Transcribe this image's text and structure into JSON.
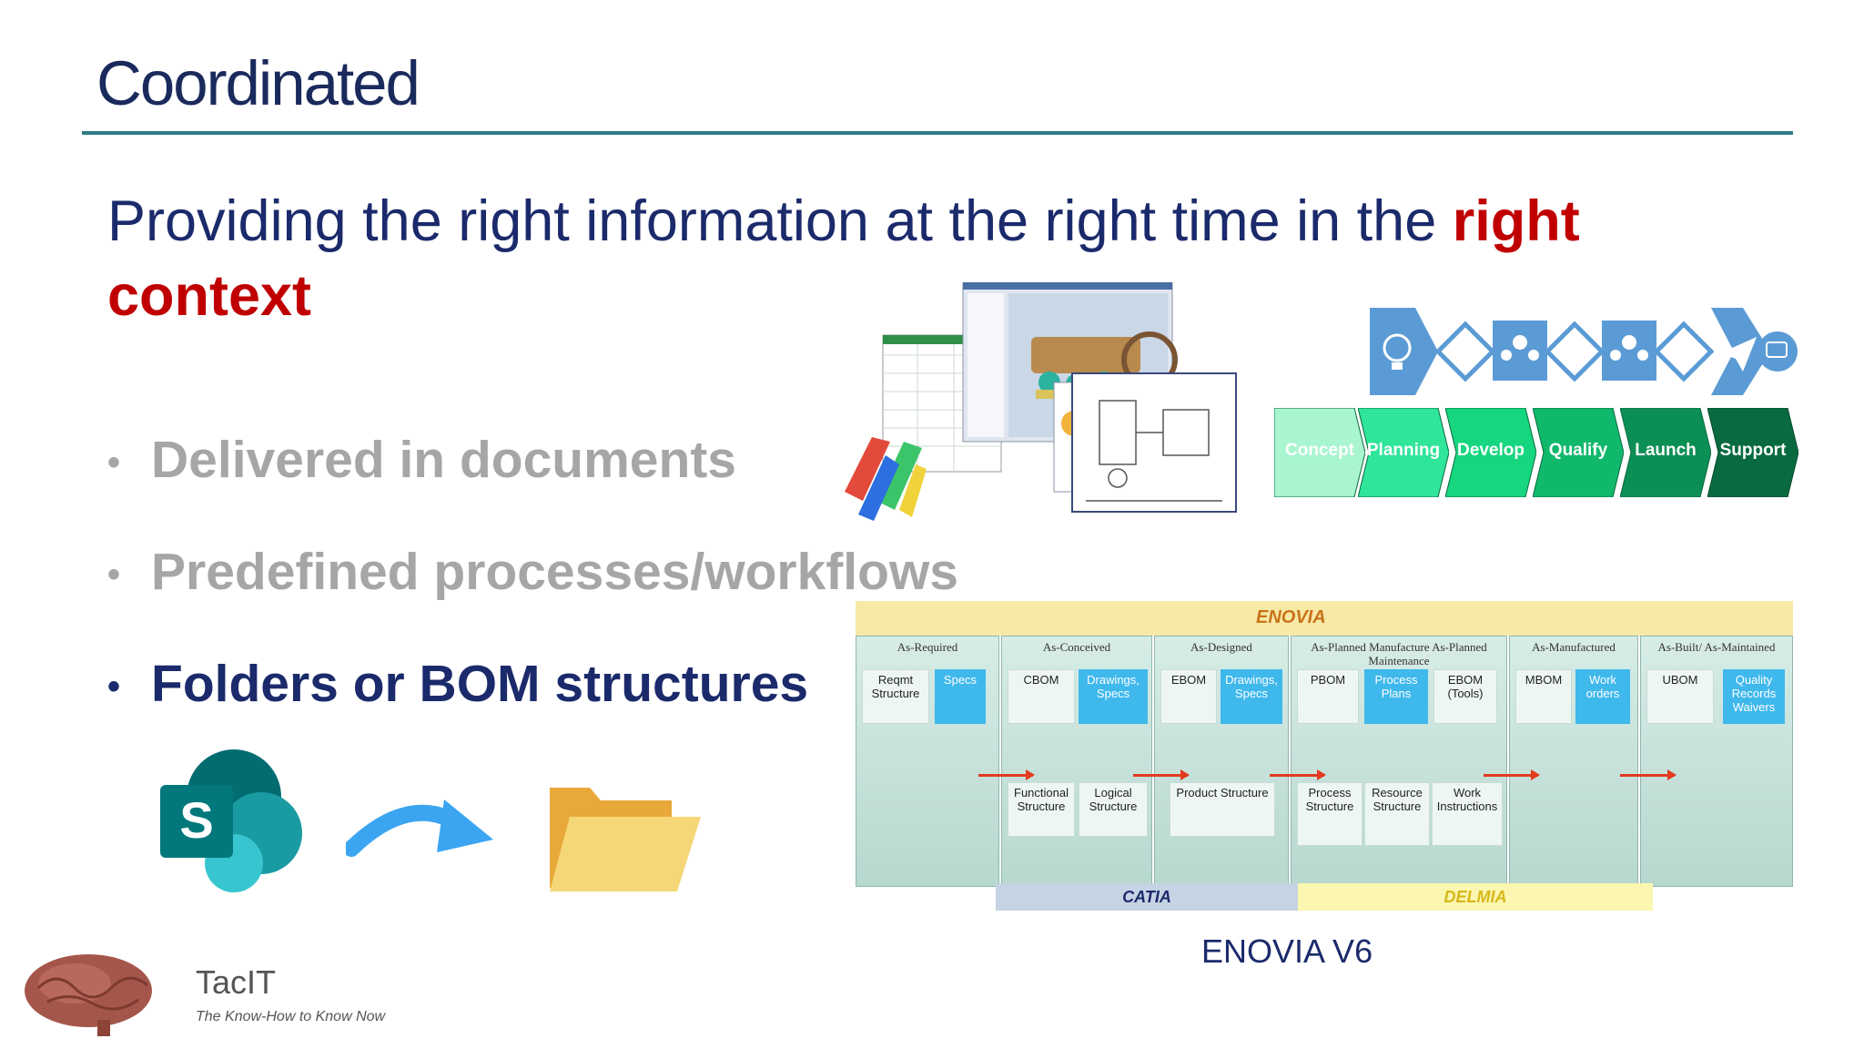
{
  "slide": {
    "title": "Coordinated",
    "headline_prefix": "Providing the right information at the right time in the ",
    "headline_highlight": "right context",
    "bullets": [
      {
        "text": "Delivered in documents",
        "state": "dimmed"
      },
      {
        "text": "Predefined processes/workflows",
        "state": "dimmed"
      },
      {
        "text": "Folders or BOM structures",
        "state": "active"
      }
    ],
    "bullet_glyph": "•"
  },
  "lifecycle": {
    "stages": [
      "Concept",
      "Planning",
      "Develop",
      "Qualify",
      "Launch",
      "Support"
    ],
    "stage_colors": [
      "#8ff0c0",
      "#2fe59a",
      "#16d67f",
      "#10b86c",
      "#0c8f54",
      "#0a6a3f"
    ],
    "icons": [
      "lightbulb-icon",
      "diamond-icon",
      "team-icon",
      "diamond-icon",
      "team-icon",
      "diamond-icon",
      "send-icon",
      "chat-icon"
    ]
  },
  "transfer_icons": [
    "sharepoint-icon",
    "arrow-right-icon",
    "folder-icon"
  ],
  "enovia": {
    "logo": "ENOVIA",
    "caption": "ENOVIA V6",
    "columns": [
      {
        "head": "As-Required",
        "cells": [
          "Reqmt Structure",
          "Specs"
        ]
      },
      {
        "head": "As-Conceived",
        "cells": [
          "CBOM",
          "Drawings, Specs"
        ],
        "bottom": [
          "Functional Structure",
          "Logical Structure"
        ]
      },
      {
        "head": "As-Designed",
        "cells": [
          "EBOM",
          "Drawings, Specs"
        ],
        "bottom": [
          "Product Structure"
        ]
      },
      {
        "head": "As-Planned Manufacture As-Planned Maintenance",
        "cells": [
          "PBOM",
          "Process Plans",
          "EBOM (Tools)"
        ],
        "bottom": [
          "Process Structure",
          "Resource Structure",
          "Work Instructions"
        ]
      },
      {
        "head": "As-Manufactured",
        "cells": [
          "MBOM",
          "Work orders"
        ]
      },
      {
        "head": "As-Built/ As-Maintained",
        "cells": [
          "UBOM",
          "Quality Records Waivers"
        ]
      }
    ],
    "tools": [
      "CATIA",
      "DELMIA"
    ]
  },
  "brand": {
    "name": "TacIT",
    "tagline": "The Know-How to Know Now"
  }
}
